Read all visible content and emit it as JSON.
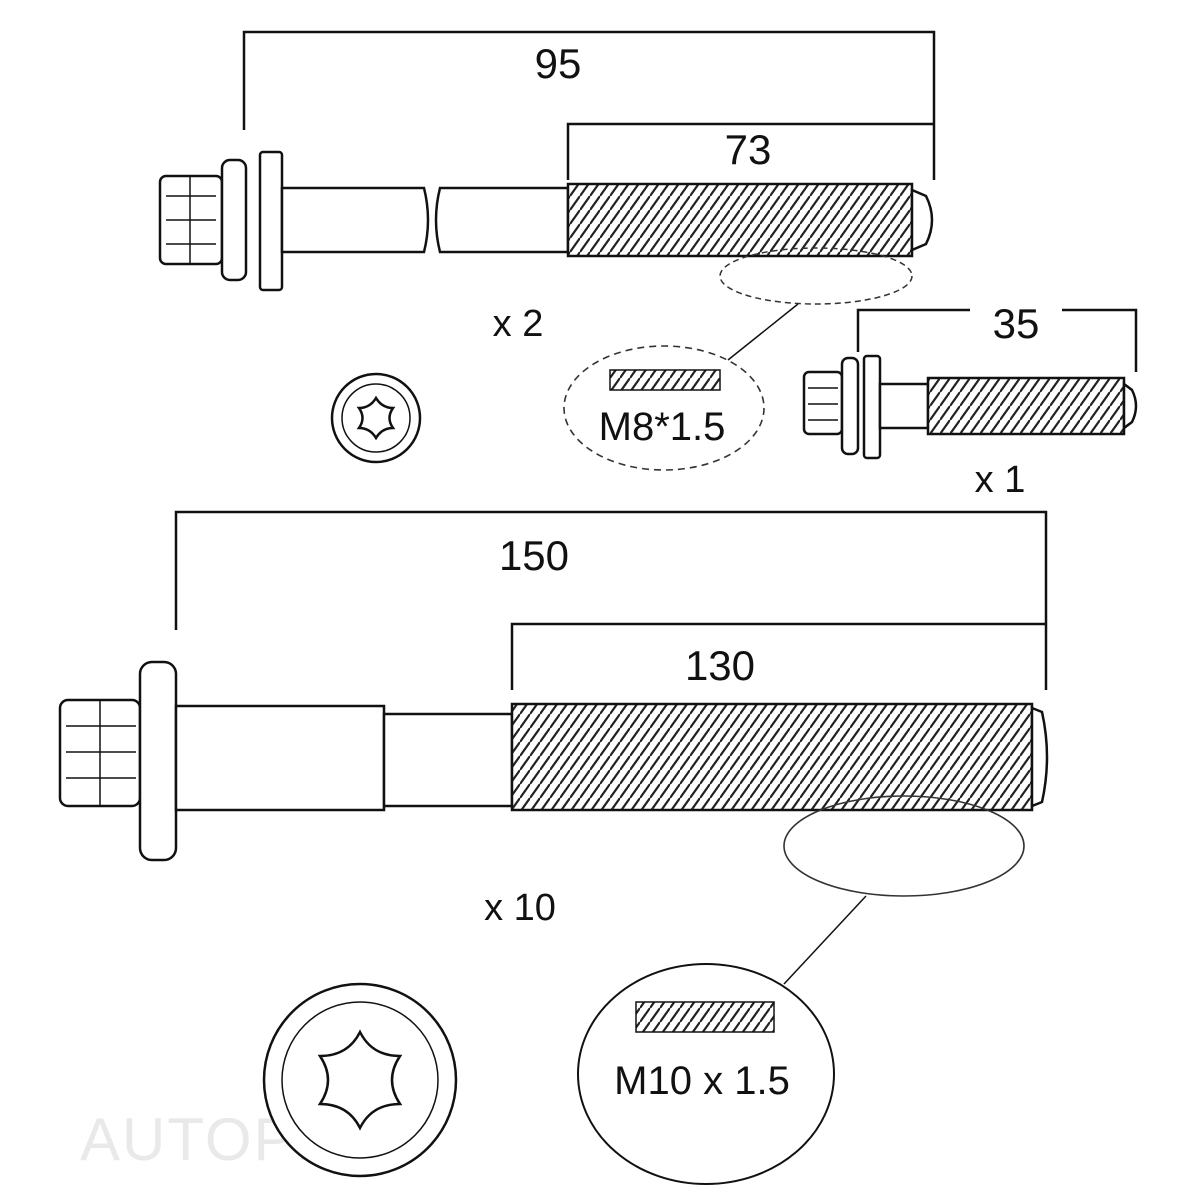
{
  "watermark": "AUTOPRO",
  "bolt_a": {
    "overall_length": "95",
    "thread_length": "73",
    "quantity": "x 2",
    "thread_spec": "M8*1.5"
  },
  "bolt_b": {
    "overall_length": "35",
    "quantity": "x 1"
  },
  "bolt_c": {
    "overall_length": "150",
    "thread_length": "130",
    "quantity": "x 10",
    "thread_spec": "M10 x 1.5"
  },
  "colors": {
    "line": "#111111",
    "watermark": "#e9e9e9"
  },
  "icons": [
    "torx-head-icon",
    "bolt-drawing",
    "thread-detail-icon"
  ]
}
